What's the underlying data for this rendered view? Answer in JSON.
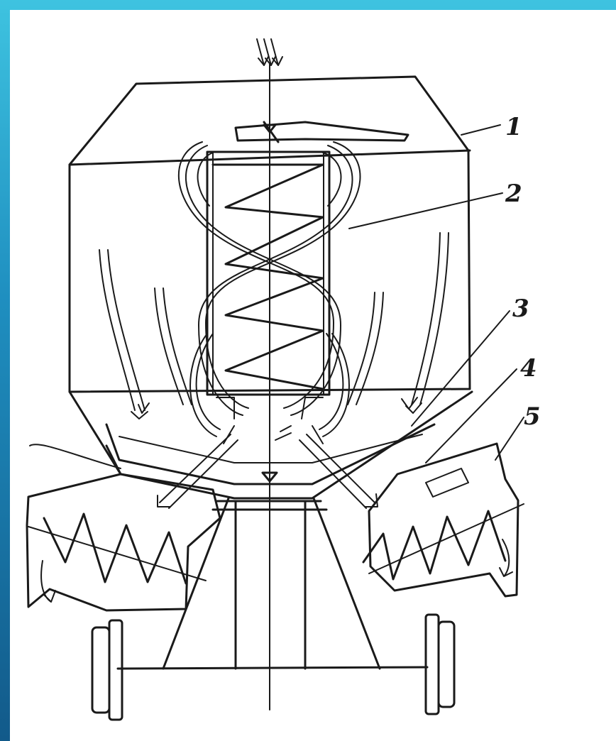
{
  "labels": {
    "l1": "1",
    "l2": "2",
    "l3": "3",
    "l4": "4",
    "l5": "5"
  },
  "colors": {
    "frame_accent": "#2aa8d6",
    "ink": "#1a1a1a",
    "paper": "#ffffff"
  }
}
